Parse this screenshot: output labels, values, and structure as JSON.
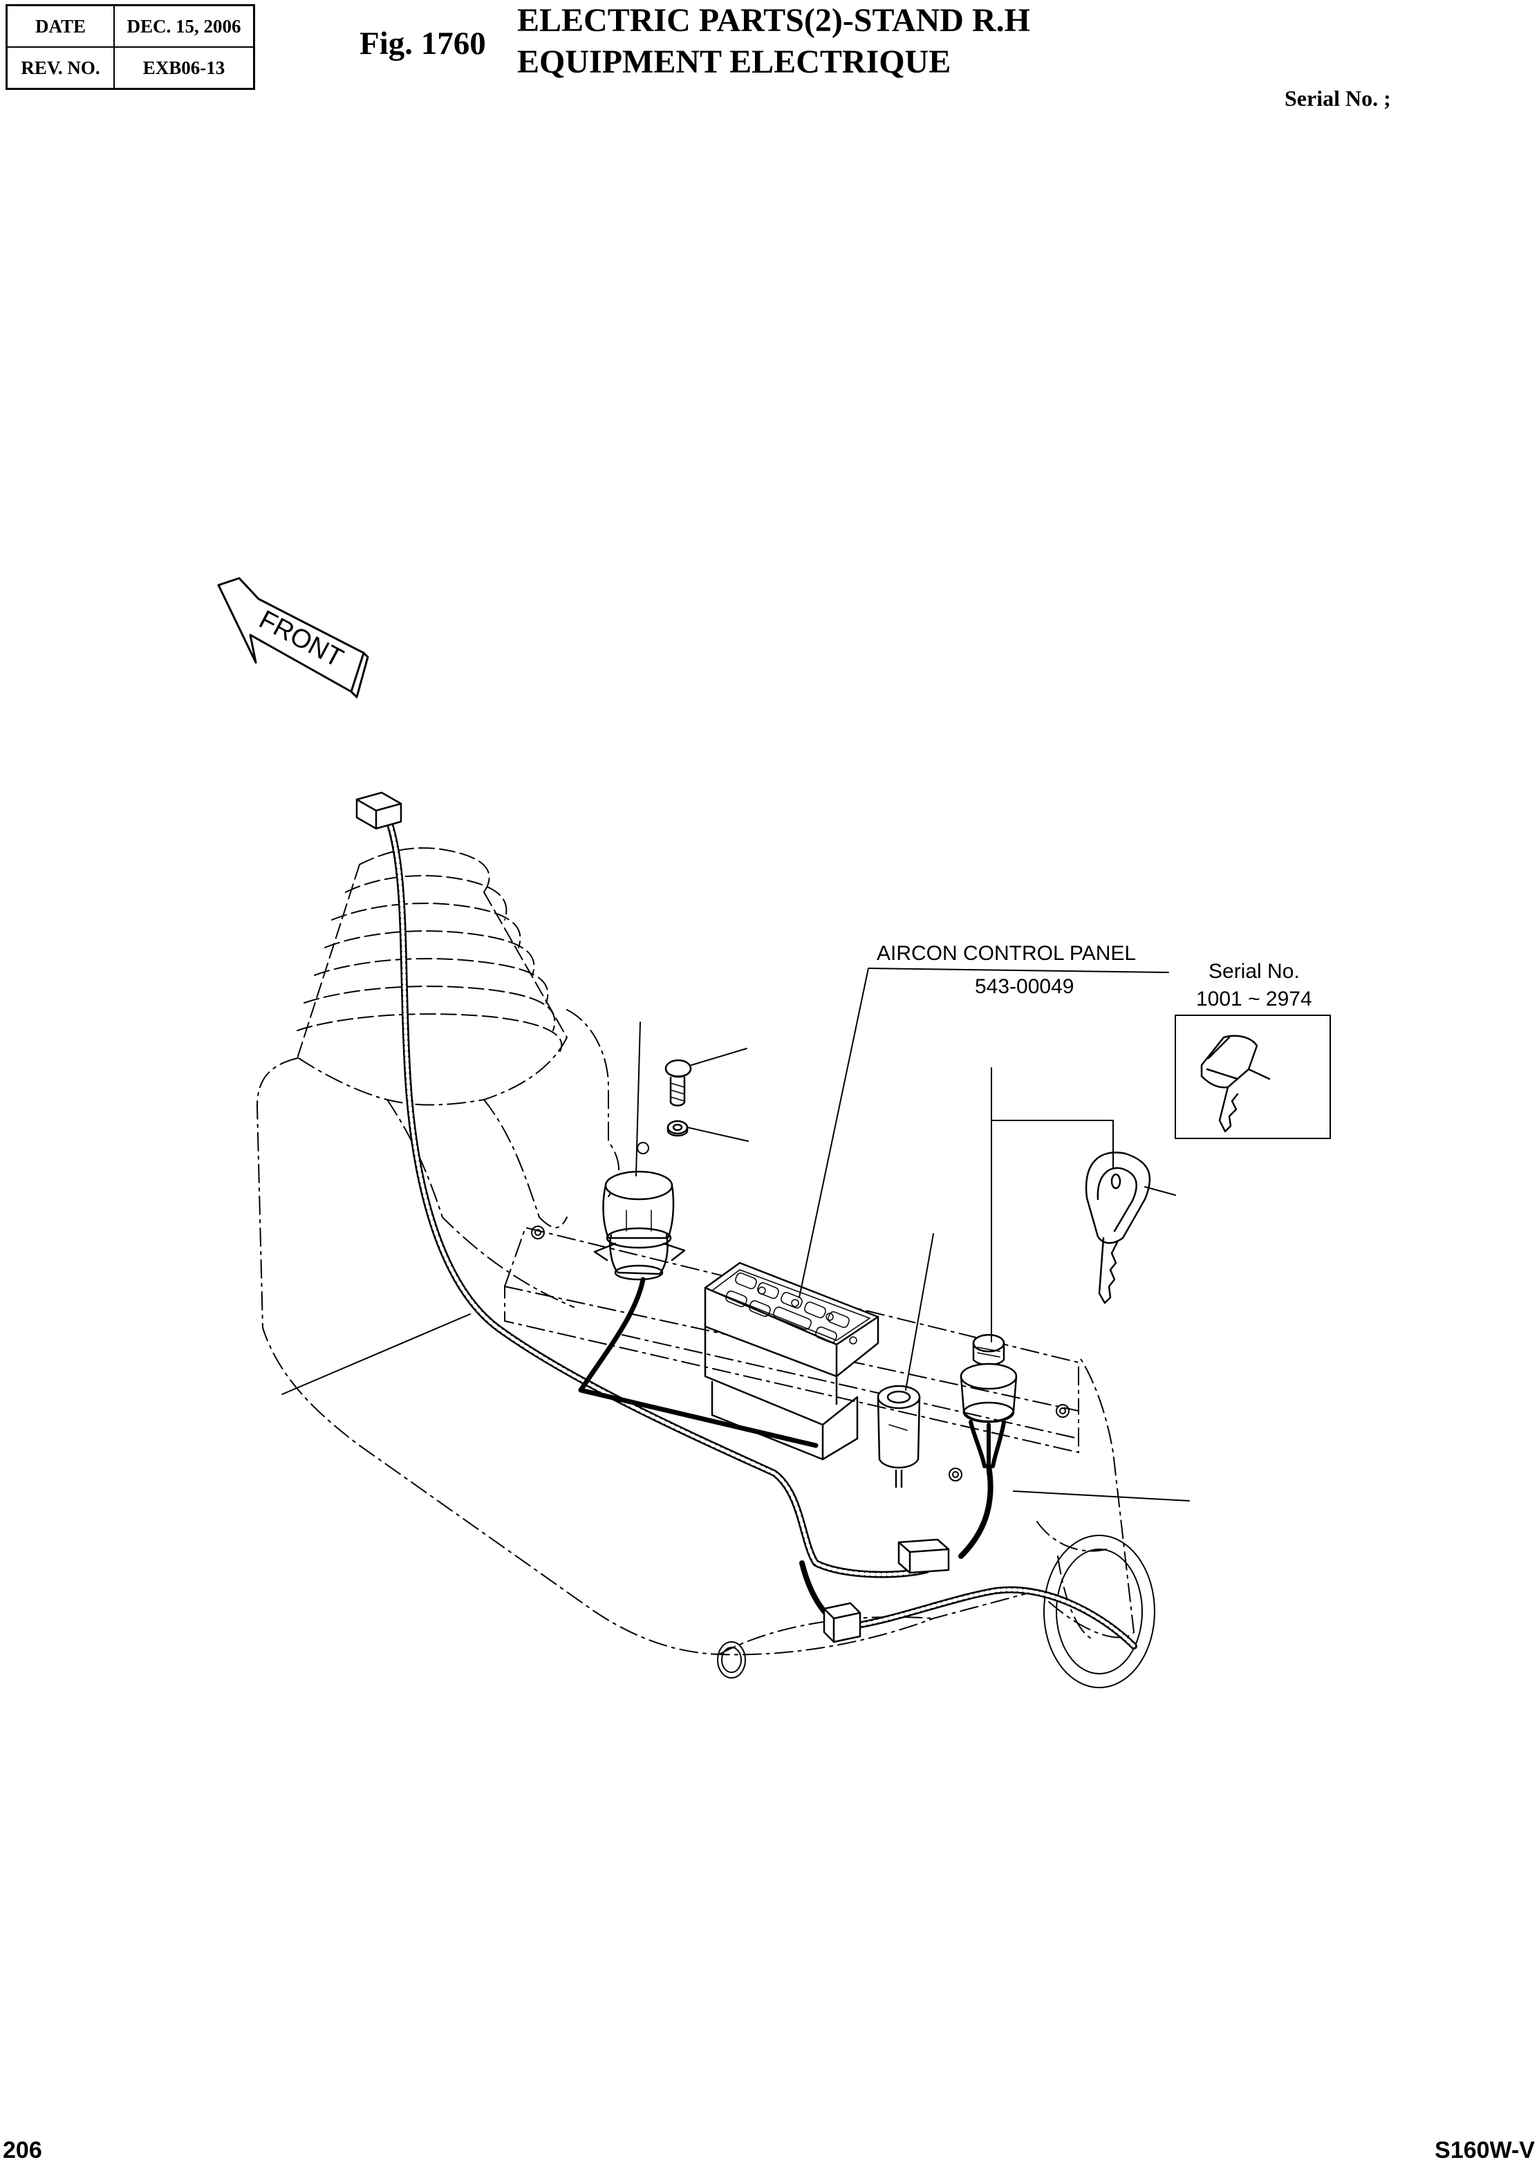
{
  "header": {
    "date_label": "DATE",
    "date_value": "DEC. 15, 2006",
    "rev_label": "REV. NO.",
    "rev_value": "EXB06-13",
    "fig_no": "Fig. 1760",
    "title_line1": "ELECTRIC PARTS(2)-STAND R.H",
    "title_line2": "EQUIPMENT ELECTRIQUE",
    "serial": "Serial No. ;"
  },
  "diagram": {
    "front_label": "FRONT",
    "aircon_label": "AIRCON CONTROL PANEL",
    "aircon_part": "543-00049",
    "key_serial_label": "Serial No.",
    "key_serial_range": "1001 ~ 2974"
  },
  "footer": {
    "page_no": "206",
    "model": "S160W-V"
  }
}
